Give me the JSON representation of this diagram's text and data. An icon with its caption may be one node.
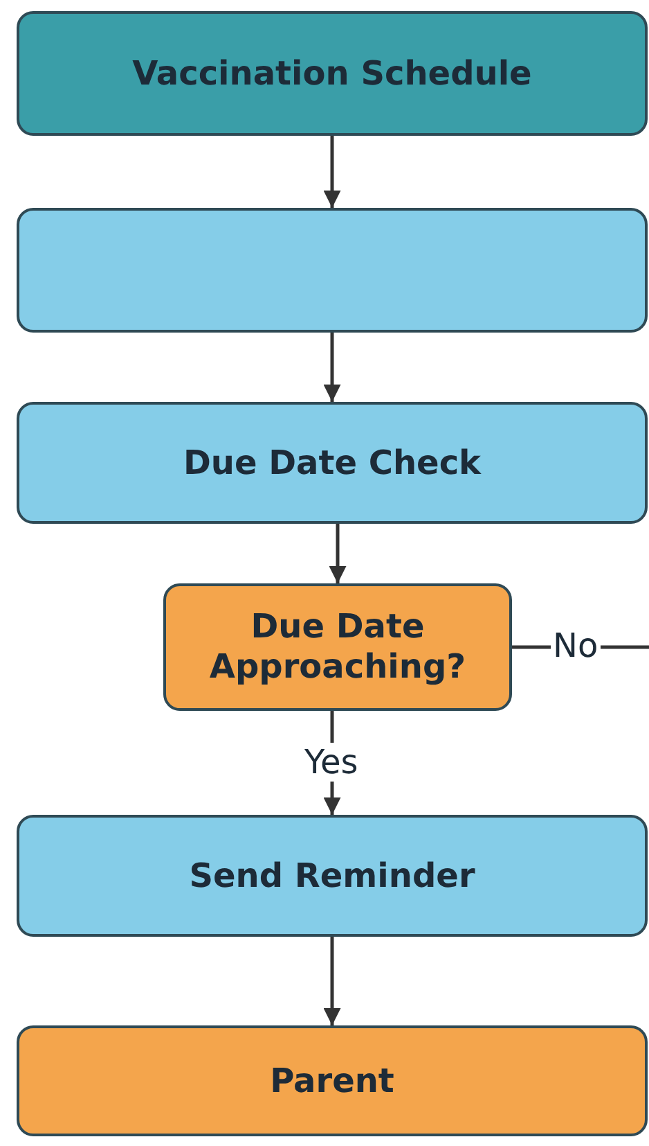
{
  "diagram": {
    "nodes": [
      {
        "text": [
          "Vaccination Schedule"
        ]
      },
      {
        "text": [],
        "shape": "box"
      },
      {
        "text": [
          "Due Date Check"
        ]
      },
      {
        "text": [
          "Due Date Approaching?"
        ]
      },
      {
        "text": [
          "Send Reminder"
        ]
      },
      {
        "text": [
          "Parent"
        ]
      }
    ],
    "edges": [
      {
        "from": 0,
        "to": 1,
        "arrow": "to"
      },
      {
        "from": 1,
        "to": 2,
        "arrow": "to"
      },
      {
        "from": 2,
        "to": 3,
        "arrow": "to"
      },
      {
        "from": 3,
        "to": null,
        "arrow": "none",
        "label": "No"
      },
      {
        "from": 3,
        "to": 4,
        "arrow": "to",
        "label": "Yes"
      },
      {
        "from": 4,
        "to": 5,
        "arrow": "to"
      }
    ]
  }
}
